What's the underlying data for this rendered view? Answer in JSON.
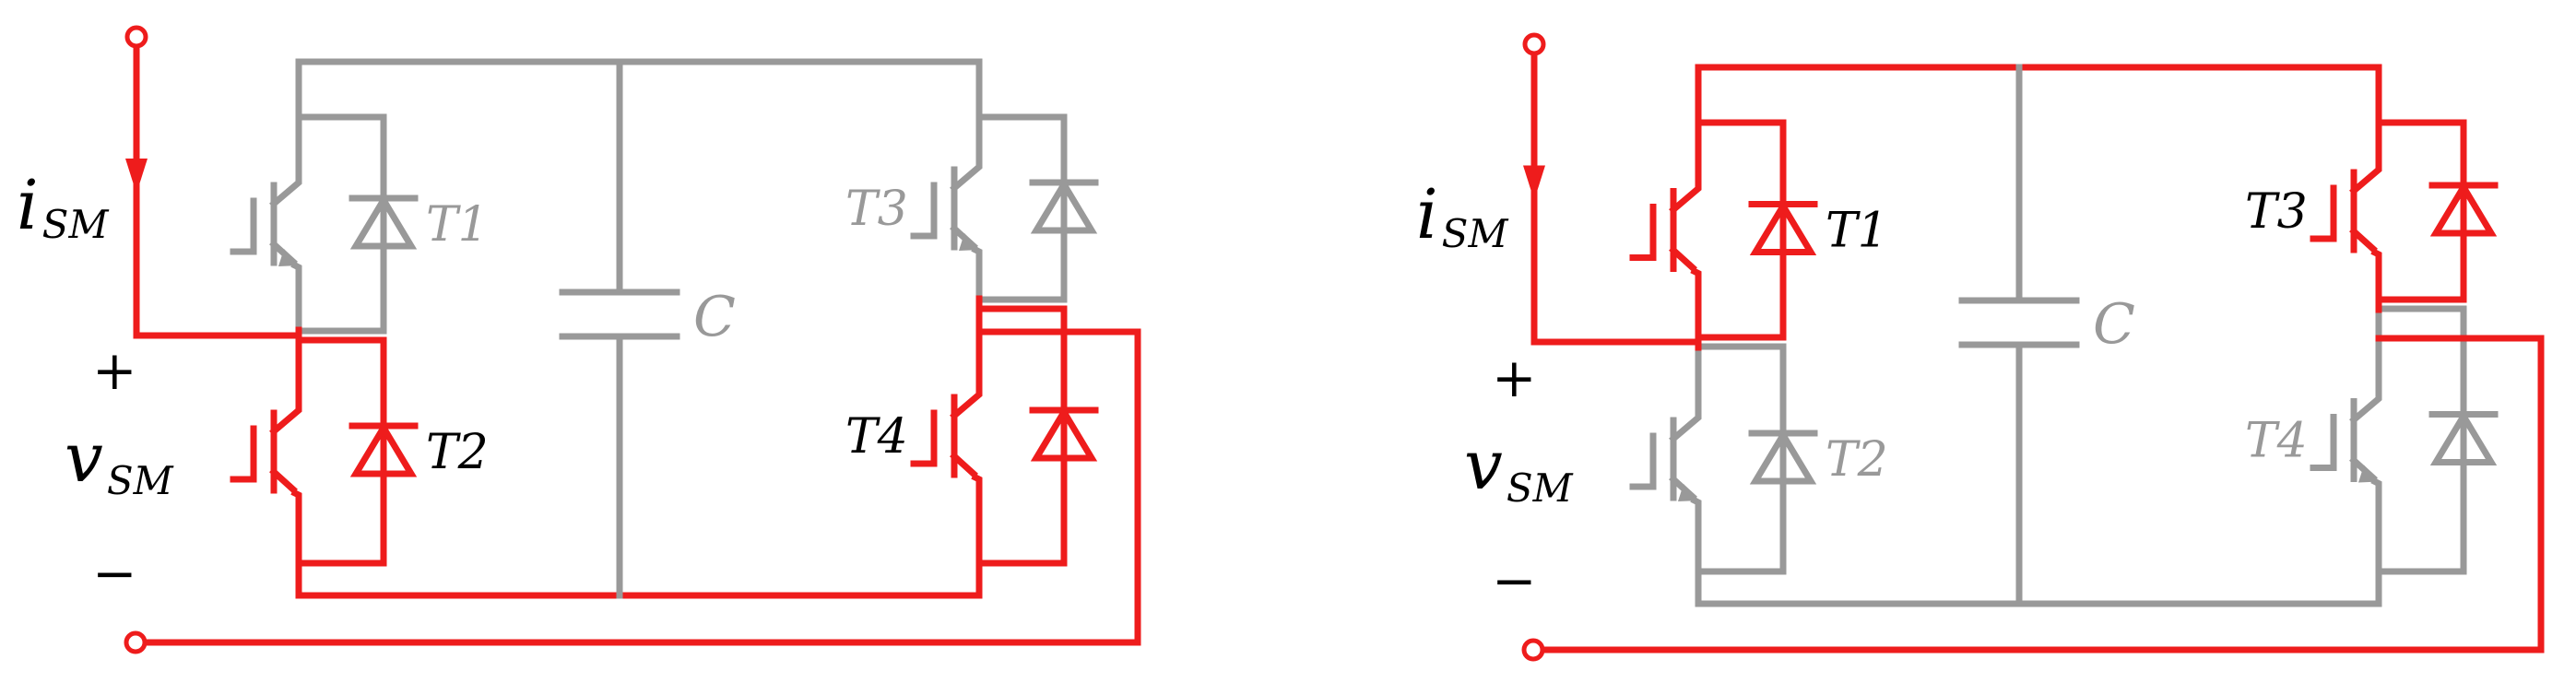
{
  "colors": {
    "active": "#ee1c1c",
    "inactive": "#999999",
    "active_text": "#000000",
    "inactive_text": "#999999",
    "background": "#ffffff"
  },
  "circuits": [
    {
      "id": "left",
      "current_label": {
        "main": "i",
        "sub": "SM"
      },
      "voltage_label": {
        "main": "v",
        "sub": "SM"
      },
      "plus": "+",
      "minus": "−",
      "capacitor": "C",
      "switches": {
        "T1": "T1",
        "T2": "T2",
        "T3": "T3",
        "T4": "T4"
      },
      "active_switches": [
        "T2",
        "T4"
      ]
    },
    {
      "id": "right",
      "current_label": {
        "main": "i",
        "sub": "SM"
      },
      "voltage_label": {
        "main": "v",
        "sub": "SM"
      },
      "plus": "+",
      "minus": "−",
      "capacitor": "C",
      "switches": {
        "T1": "T1",
        "T2": "T2",
        "T3": "T3",
        "T4": "T4"
      },
      "active_switches": [
        "T1",
        "T3"
      ]
    }
  ]
}
